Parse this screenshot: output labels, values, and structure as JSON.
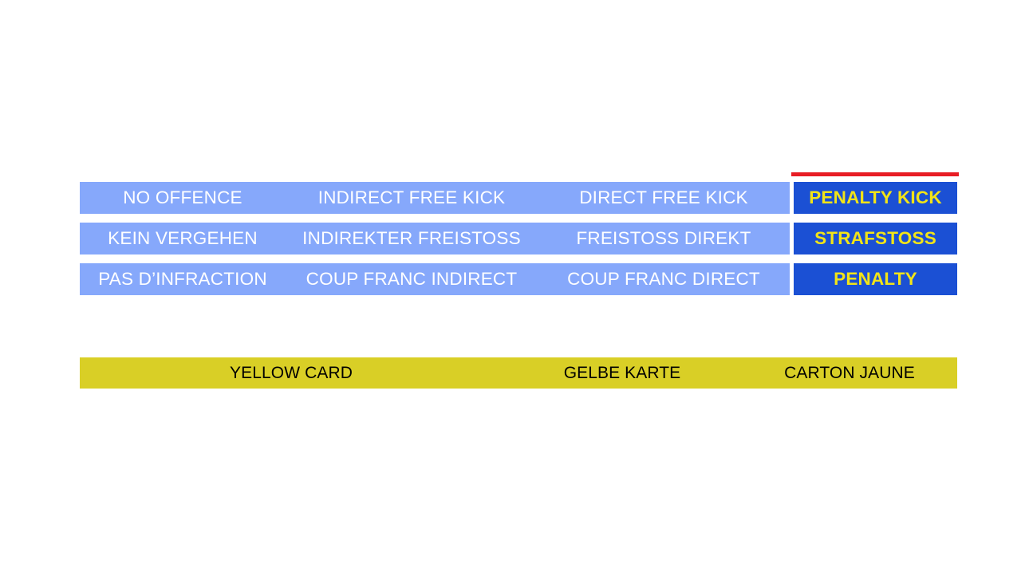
{
  "slide": {
    "background_color": "#ffffff",
    "colors": {
      "row_background": "#86a8fb",
      "highlight_background": "#1b50d4",
      "highlight_text": "#f2e417",
      "marker": "#e81d24",
      "yellow_card_background": "#d9cf26",
      "yellow_card_text": "#000000",
      "row_text": "#ffffff"
    }
  },
  "sanction_matrix": {
    "columns": [
      "no_offence",
      "indirect_free_kick",
      "direct_free_kick",
      "penalty_kick"
    ],
    "highlight_column_index": 3,
    "marker": {
      "name": "red-highlight-bar",
      "color": "#e81d24"
    },
    "rows": [
      {
        "language": "en",
        "cells": [
          "NO OFFENCE",
          "INDIRECT FREE KICK",
          "DIRECT FREE KICK",
          "PENALTY KICK"
        ]
      },
      {
        "language": "de",
        "cells": [
          "KEIN VERGEHEN",
          "INDIREKTER FREISTOSS",
          "FREISTOSS DIREKT",
          "STRAFSTOSS"
        ]
      },
      {
        "language": "fr",
        "cells": [
          "PAS D’INFRACTION",
          "COUP FRANC INDIRECT",
          "COUP FRANC DIRECT",
          "PENALTY"
        ]
      }
    ]
  },
  "yellow_card_bar": {
    "cells": [
      "YELLOW CARD",
      "GELBE KARTE",
      "CARTON JAUNE"
    ]
  }
}
